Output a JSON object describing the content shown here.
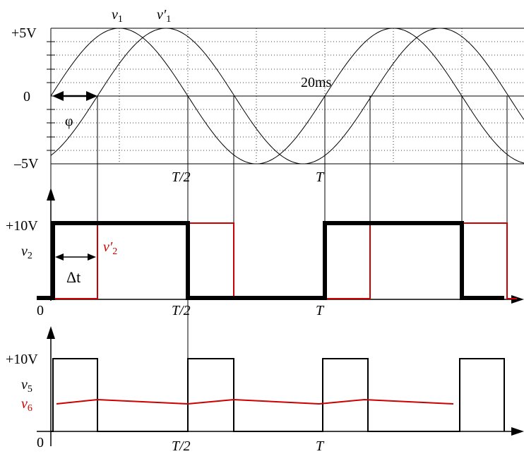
{
  "top_panel": {
    "y_max_label": "+5V",
    "y_zero_label": "0",
    "y_min_label": "–5V",
    "phi_label": "φ",
    "v1_label": "v",
    "v1_sub": "1",
    "v1p_label": "v′",
    "v1p_sub": "1",
    "time_annotation": "20ms",
    "tick_half": "T/2",
    "tick_full": "T"
  },
  "middle_panel": {
    "y_high_label": "+10V",
    "v2_label": "v",
    "v2_sub": "2",
    "v2p_label": "v′",
    "v2p_sub": "2",
    "delta_t_label": "Δt",
    "origin_label": "0",
    "tick_half": "T/2",
    "tick_full": "T"
  },
  "bottom_panel": {
    "y_high_label": "+10V",
    "v5_label": "v",
    "v5_sub": "5",
    "v6_label": "v",
    "v6_sub": "6",
    "origin_label": "0",
    "tick_half": "T/2",
    "tick_full": "T"
  },
  "colors": {
    "black": "#000000",
    "red": "#cc0000"
  }
}
